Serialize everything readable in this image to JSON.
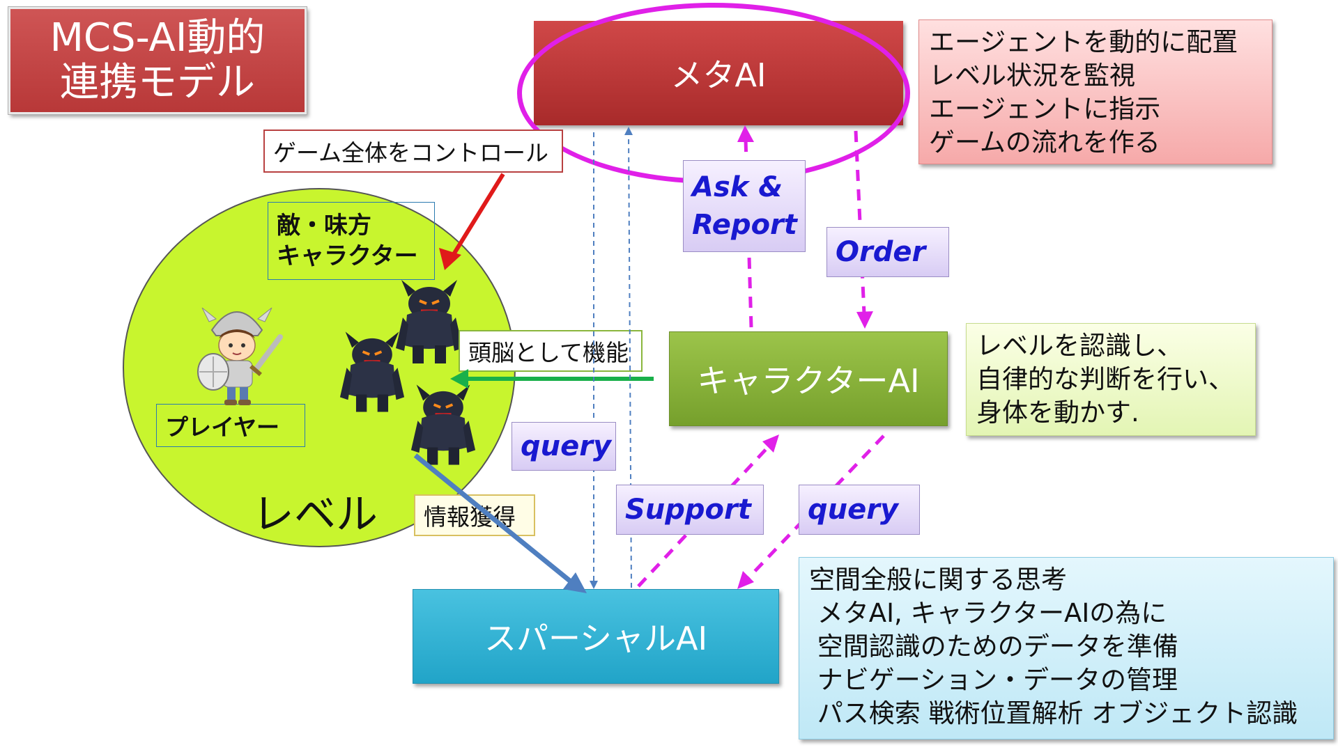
{
  "title": {
    "line1": "MCS-AI動的",
    "line2": "連携モデル"
  },
  "boxes": {
    "meta_ai": "メタAI",
    "character_ai": "キャラクターAI",
    "spatial_ai": "スパーシャルAI"
  },
  "descriptions": {
    "meta": "エージェントを動的に配置\nレベル状況を監視\nエージェントに指示\nゲームの流れを作る",
    "character": "レベルを認識し、\n自律的な判断を行い、\n身体を動かす.",
    "spatial": "空間全般に関する思考\n メタAI, キャラクターAIの為に\n 空間認識のためのデータを準備\n ナビゲーション・データの管理\n パス検索 戦術位置解析 オブジェクト認識"
  },
  "labels": {
    "game_control": "ゲーム全体をコントロール",
    "characters": "敵・味方\nキャラクター",
    "brain": "頭脳として機能",
    "player": "プレイヤー",
    "level": "レベル",
    "info": "情報獲得"
  },
  "queries": {
    "ask_report": "Ask &\nReport",
    "order": "Order",
    "query_left": "query",
    "support": "Support",
    "query_right": "query"
  },
  "icons": {
    "player": "knight-player-icon",
    "enemy": "dark-monster-icon"
  },
  "colors": {
    "meta_red": "#bd3434",
    "character_green": "#8ab63c",
    "spatial_blue": "#34b4d8",
    "level_lime": "#c8f52e",
    "magenta": "#e020e8",
    "query_text": "#1919d0"
  }
}
